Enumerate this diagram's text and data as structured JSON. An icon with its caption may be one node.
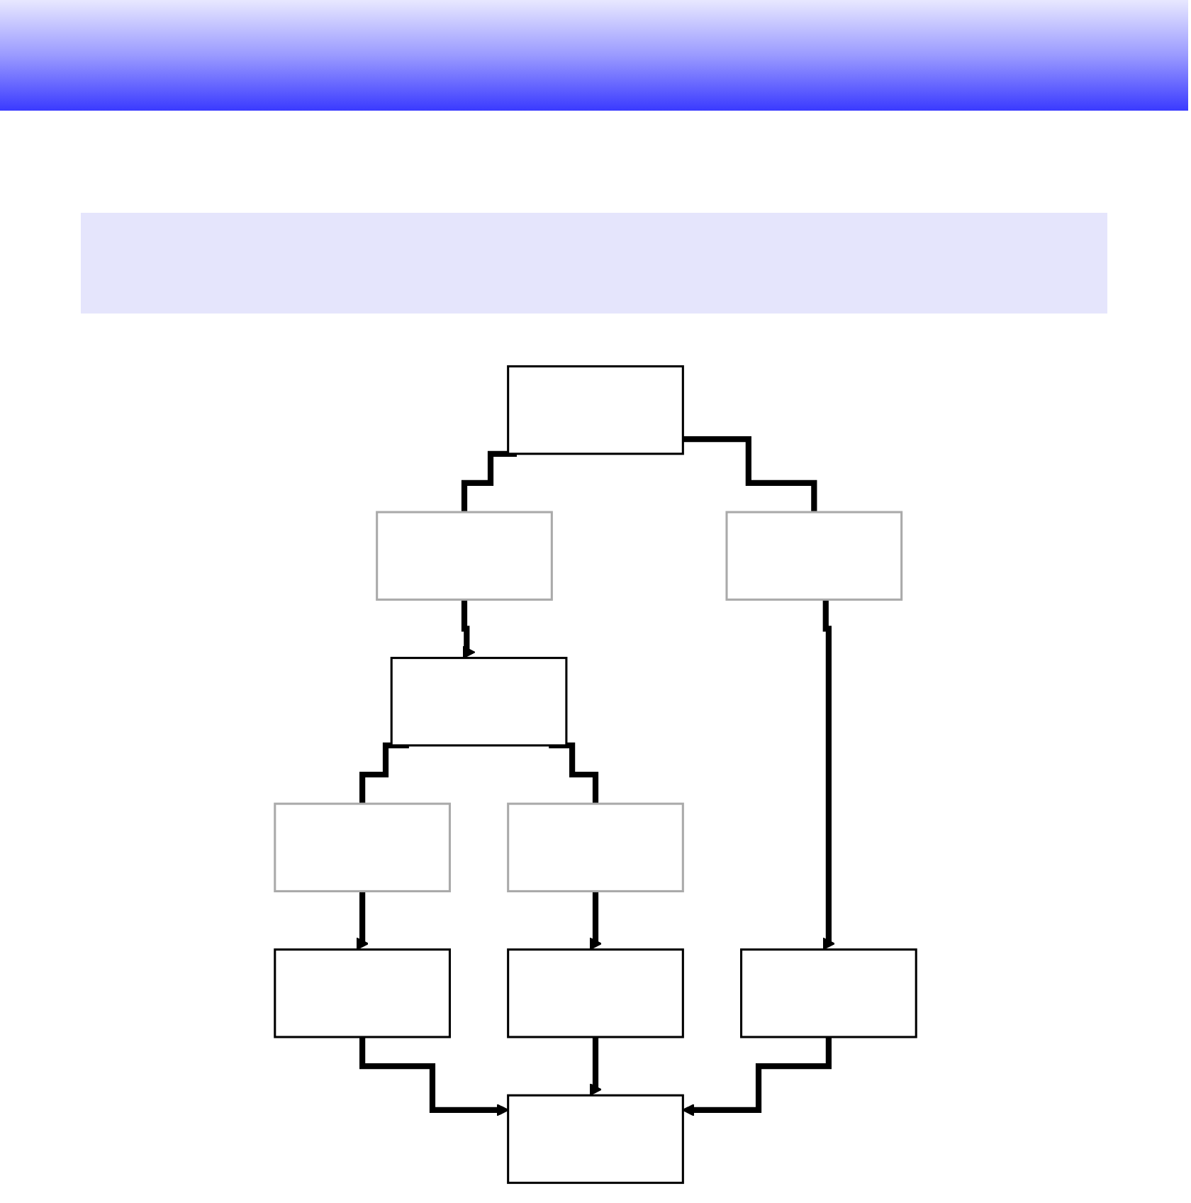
{
  "diagram": {
    "nodes": [
      {
        "text": [],
        "shape": "box"
      },
      {
        "text": [],
        "shape": "box"
      },
      {
        "text": [],
        "shape": "box"
      },
      {
        "text": [],
        "shape": "box"
      },
      {
        "text": [],
        "shape": "box"
      },
      {
        "text": [],
        "shape": "box"
      },
      {
        "text": [],
        "shape": "box"
      },
      {
        "text": [],
        "shape": "box"
      },
      {
        "text": [],
        "shape": "box"
      },
      {
        "text": [],
        "shape": "box"
      },
      {
        "text": [],
        "shape": "box"
      }
    ],
    "edges": [
      {
        "from": 1,
        "to": 2,
        "arrow": "none"
      },
      {
        "from": 1,
        "to": 3,
        "arrow": "none"
      },
      {
        "from": 2,
        "to": 4,
        "arrow": "to"
      },
      {
        "from": 3,
        "to": 5,
        "arrow": "to"
      },
      {
        "from": 4,
        "to": 6,
        "arrow": "none"
      },
      {
        "from": 4,
        "to": 7,
        "arrow": "none"
      },
      {
        "from": 6,
        "to": 8,
        "arrow": "to"
      },
      {
        "from": 7,
        "to": 9,
        "arrow": "to"
      },
      {
        "from": 8,
        "to": 10,
        "arrow": "to"
      },
      {
        "from": 9,
        "to": 10,
        "arrow": "to"
      },
      {
        "from": 5,
        "to": 10,
        "arrow": "to"
      }
    ]
  }
}
